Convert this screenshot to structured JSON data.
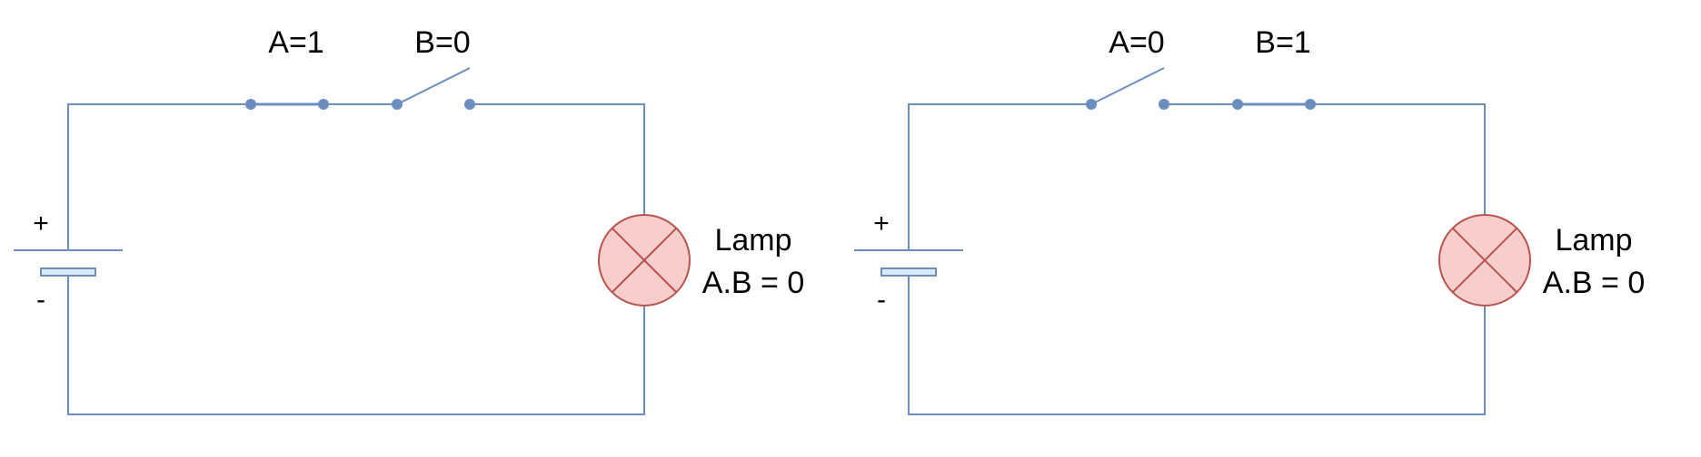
{
  "colors": {
    "wire": "#6c8ebf",
    "lamp_fill": "#f8cecc",
    "lamp_stroke": "#b85450",
    "battery_negative_fill": "#dae8fc"
  },
  "circuits": [
    {
      "switch_a_label": "A=1",
      "switch_b_label": "B=0",
      "switch_a_state": 1,
      "switch_b_state": 0,
      "battery_plus": "+",
      "battery_minus": "-",
      "lamp_title": "Lamp",
      "lamp_expression": "A.B = 0"
    },
    {
      "switch_a_label": "A=0",
      "switch_b_label": "B=1",
      "switch_a_state": 0,
      "switch_b_state": 1,
      "battery_plus": "+",
      "battery_minus": "-",
      "lamp_title": "Lamp",
      "lamp_expression": "A.B = 0"
    }
  ]
}
